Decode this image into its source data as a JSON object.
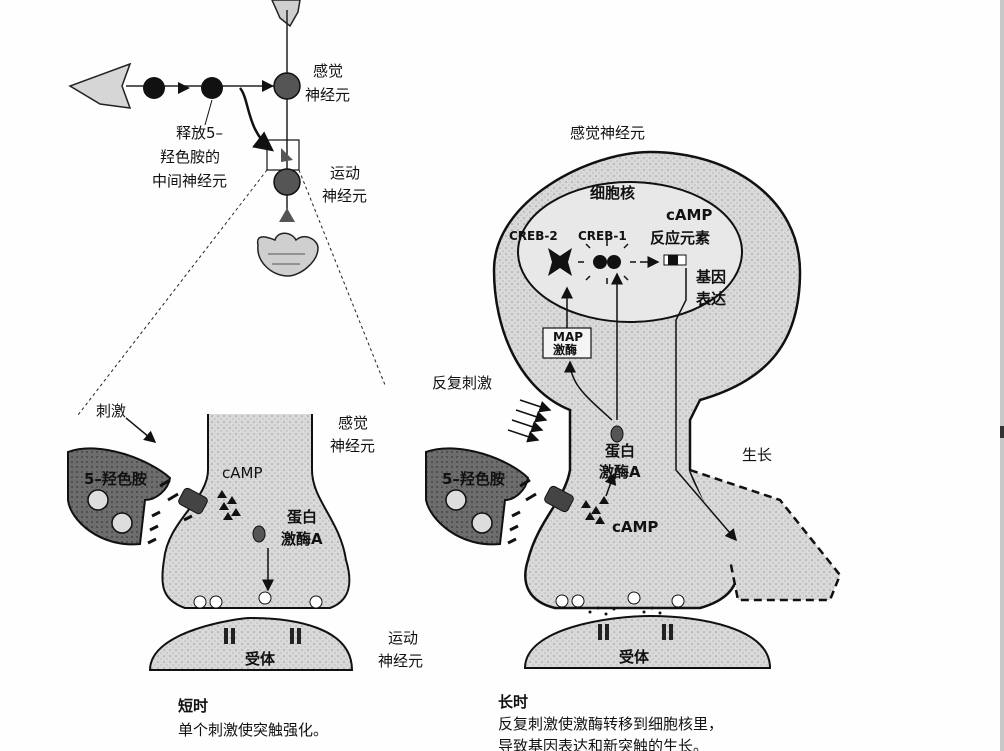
{
  "top_panel": {
    "sensory_neuron": [
      "感觉",
      "神经元"
    ],
    "interneuron": [
      "释放5–",
      "羟色胺的",
      "中间神经元"
    ],
    "motor_neuron": [
      "运动",
      "神经元"
    ]
  },
  "short_term": {
    "stimulus": "刺激",
    "serotonin": "5–羟色胺",
    "camp": "cAMP",
    "pka": [
      "蛋白",
      "激酶A"
    ],
    "sensory_neuron": [
      "感觉",
      "神经元"
    ],
    "motor_neuron": [
      "运动",
      "神经元"
    ],
    "receptor": "受体",
    "caption_title": "短时",
    "caption_text": "单个刺激使突触强化。"
  },
  "long_term": {
    "sensory_neuron": "感觉神经元",
    "nucleus": "细胞核",
    "creb2": "CREB-2",
    "creb1": "CREB-1",
    "cre": [
      "cAMP",
      "反应元素"
    ],
    "gene_expression": [
      "基因",
      "表达"
    ],
    "mapk": [
      "MAP",
      "激酶"
    ],
    "repeated_stimulus": "反复刺激",
    "growth": "生长",
    "pka": [
      "蛋白",
      "激酶A"
    ],
    "serotonin": "5–羟色胺",
    "camp": "cAMP",
    "receptor": "受体",
    "caption_title": "长时",
    "caption_text": [
      "反复刺激使激酶转移到细胞核里，",
      "导致基因表达和新突触的生长。"
    ]
  }
}
